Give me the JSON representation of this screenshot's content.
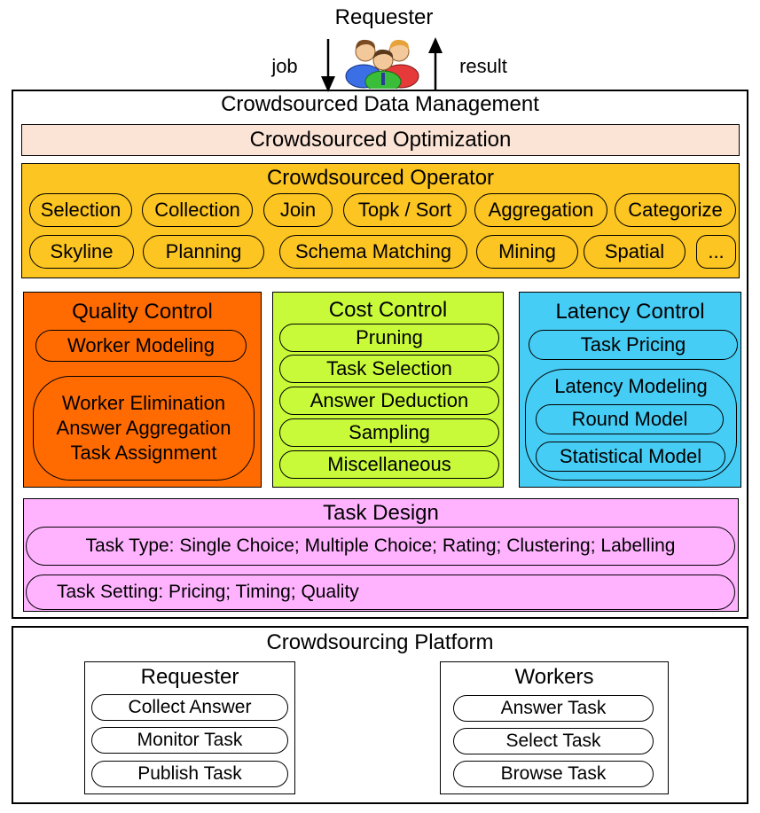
{
  "top": {
    "requester_label": "Requester",
    "job_label": "job",
    "result_label": "result",
    "requester_icon": "people-group-icon"
  },
  "cdm": {
    "title": "Crowdsourced Data Management",
    "optimization": "Crowdsourced Optimization",
    "operator": {
      "title": "Crowdsourced Operator",
      "row1": [
        "Selection",
        "Collection",
        "Join",
        "Topk / Sort",
        "Aggregation",
        "Categorize"
      ],
      "row2": [
        "Skyline",
        "Planning",
        "Schema Matching",
        "Mining",
        "Spatial",
        "..."
      ]
    },
    "quality": {
      "title": "Quality Control",
      "item1": "Worker Modeling",
      "item2_lines": [
        "Worker Elimination",
        "Answer Aggregation",
        "Task Assignment"
      ]
    },
    "cost": {
      "title": "Cost Control",
      "items": [
        "Pruning",
        "Task Selection",
        "Answer Deduction",
        "Sampling",
        "Miscellaneous"
      ]
    },
    "latency": {
      "title": "Latency Control",
      "item1": "Task Pricing",
      "group_title": "Latency Modeling",
      "group_items": [
        "Round Model",
        "Statistical Model"
      ]
    },
    "task_design": {
      "title": "Task Design",
      "type": "Task Type: Single Choice; Multiple Choice; Rating; Clustering; Labelling",
      "setting": "Task Setting: Pricing; Timing; Quality"
    }
  },
  "platform": {
    "title": "Crowdsourcing Platform",
    "requester": {
      "title": "Requester",
      "items": [
        "Collect Answer",
        "Monitor Task",
        "Publish Task"
      ]
    },
    "workers": {
      "title": "Workers",
      "items": [
        "Answer Task",
        "Select Task",
        "Browse Task"
      ]
    }
  },
  "colors": {
    "optimization": "#FBE4D6",
    "operator": "#FCC521",
    "quality": "#FF6B00",
    "cost": "#C8FA3A",
    "latency": "#46CDF5",
    "task_design": "#FFB3FF"
  }
}
